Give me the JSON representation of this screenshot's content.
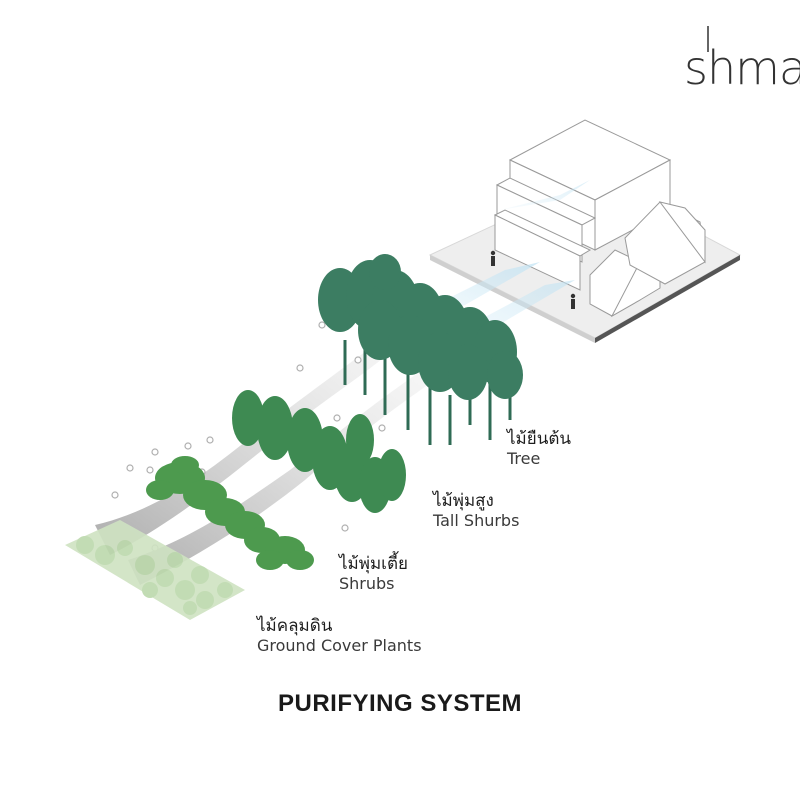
{
  "logo": {
    "text": "shma"
  },
  "labels": {
    "tree": {
      "thai": "ไม้ยืนต้น",
      "english": "Tree"
    },
    "tall_shrubs": {
      "thai": "ไม้พุ่มสูง",
      "english": "Tall Shurbs"
    },
    "shrubs": {
      "thai": "ไม้พุ่มเตี้ย",
      "english": "Shrubs"
    },
    "ground_cover": {
      "thai": "ไม้คลุมดิน",
      "english": "Ground Cover Plants"
    }
  },
  "title": "PURIFYING SYSTEM",
  "colors": {
    "tree_dark": "#2f6b55",
    "tree_mid": "#3c7d62",
    "shrub": "#3e8a52",
    "low_shrub": "#4d9a4e",
    "ground_cover": "#cfe3c2",
    "airflow": "#b8b8b8",
    "clean_air": "#cfe8f5",
    "building_line": "#9a9a9a"
  }
}
